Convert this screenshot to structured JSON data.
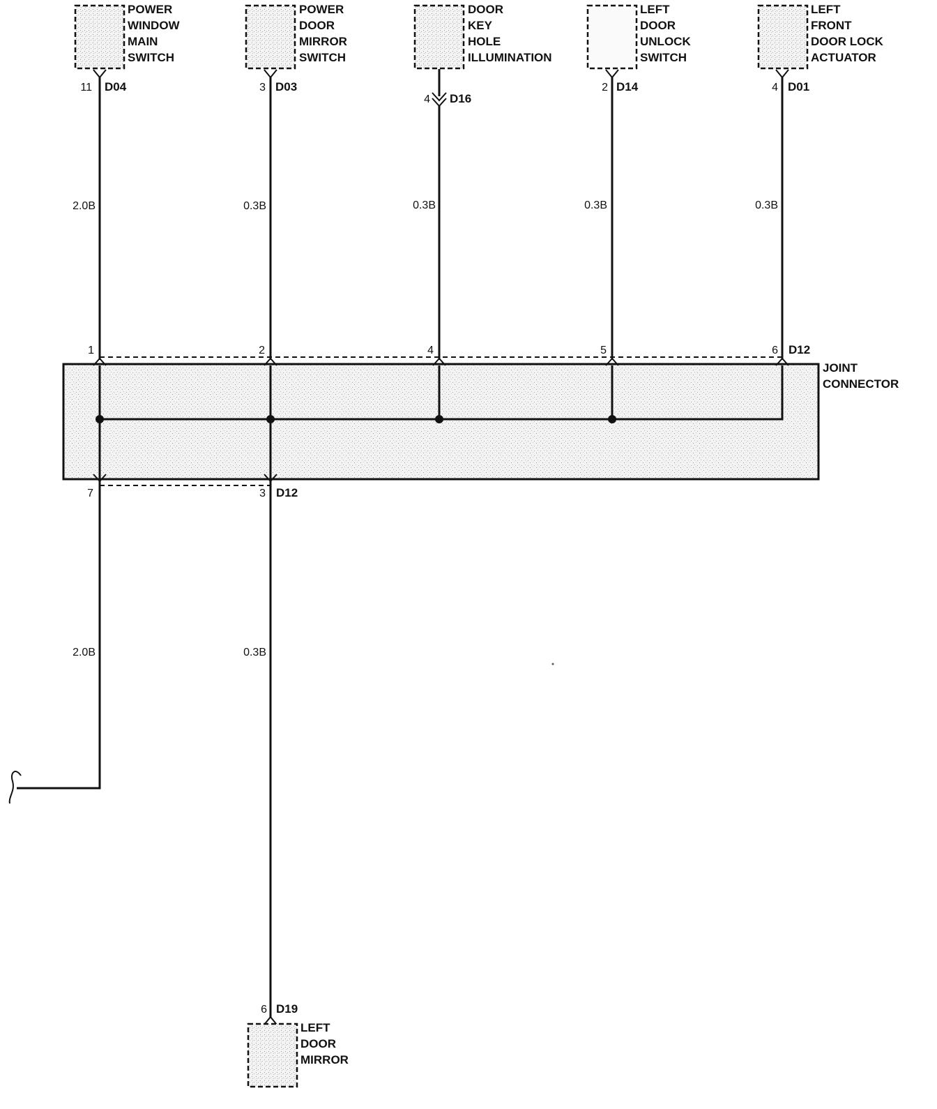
{
  "components": {
    "pwms": {
      "lines": [
        "POWER",
        "WINDOW",
        "MAIN",
        "SWITCH"
      ],
      "pin": "11",
      "connector": "D04",
      "wire": "2.0B"
    },
    "pdms": {
      "lines": [
        "POWER",
        "DOOR",
        "MIRROR",
        "SWITCH"
      ],
      "pin": "3",
      "connector": "D03",
      "wire": "0.3B"
    },
    "dkhi": {
      "lines": [
        "DOOR",
        "KEY",
        "HOLE",
        "ILLUMINATION"
      ],
      "pin": "4",
      "connector": "D16",
      "wire": "0.3B"
    },
    "ldus": {
      "lines": [
        "LEFT",
        "DOOR",
        "UNLOCK",
        "SWITCH"
      ],
      "pin": "2",
      "connector": "D14",
      "wire": "0.3B"
    },
    "lfdla": {
      "lines": [
        "LEFT",
        "FRONT",
        "DOOR LOCK",
        "ACTUATOR"
      ],
      "pin": "4",
      "connector": "D01",
      "wire": "0.3B"
    },
    "ldm": {
      "lines": [
        "LEFT",
        "DOOR",
        "MIRROR"
      ],
      "pin": "6",
      "connector": "D19"
    }
  },
  "joint_connector": {
    "label_lines": [
      "JOINT",
      "CONNECTOR"
    ],
    "connector": "D12",
    "top_pins": [
      "1",
      "2",
      "4",
      "5",
      "6"
    ],
    "bottom_pins": [
      "7",
      "3"
    ],
    "bottom_connector": "D12"
  },
  "lower_wires": {
    "left": "2.0B",
    "right": "0.3B"
  }
}
